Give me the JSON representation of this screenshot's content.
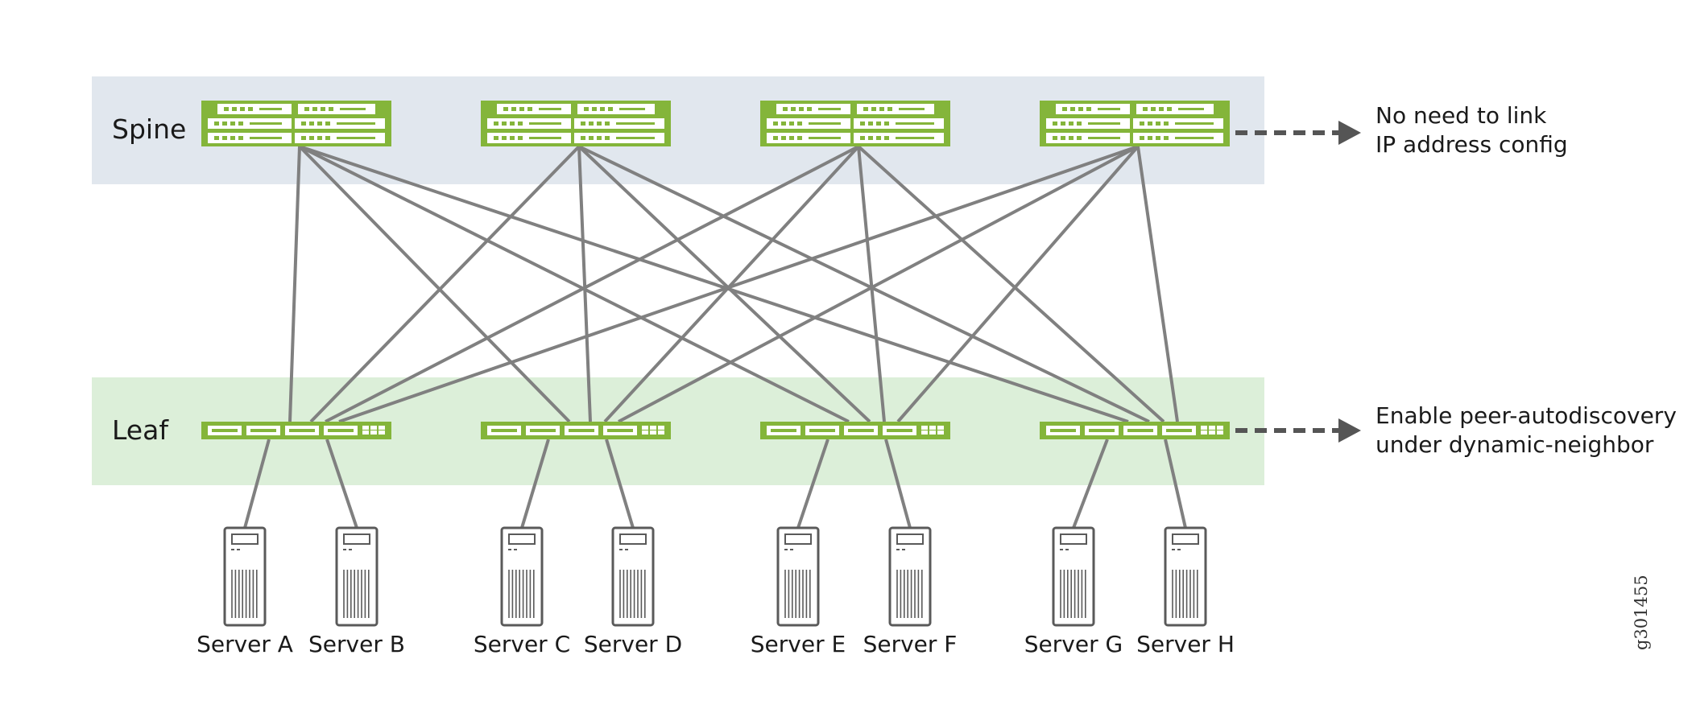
{
  "bands": {
    "spine_label": "Spine",
    "leaf_label": "Leaf"
  },
  "spine_switches": [
    "spine-1",
    "spine-2",
    "spine-3",
    "spine-4"
  ],
  "leaf_switches": [
    "leaf-1",
    "leaf-2",
    "leaf-3",
    "leaf-4"
  ],
  "links": [
    [
      0,
      0
    ],
    [
      0,
      1
    ],
    [
      0,
      2
    ],
    [
      0,
      3
    ],
    [
      1,
      0
    ],
    [
      1,
      1
    ],
    [
      1,
      2
    ],
    [
      1,
      3
    ],
    [
      2,
      0
    ],
    [
      2,
      1
    ],
    [
      2,
      2
    ],
    [
      2,
      3
    ],
    [
      3,
      0
    ],
    [
      3,
      1
    ],
    [
      3,
      2
    ],
    [
      3,
      3
    ]
  ],
  "servers": [
    {
      "label": "Server A",
      "leaf": 0
    },
    {
      "label": "Server B",
      "leaf": 0
    },
    {
      "label": "Server C",
      "leaf": 1
    },
    {
      "label": "Server D",
      "leaf": 1
    },
    {
      "label": "Server E",
      "leaf": 2
    },
    {
      "label": "Server F",
      "leaf": 2
    },
    {
      "label": "Server G",
      "leaf": 3
    },
    {
      "label": "Server H",
      "leaf": 3
    }
  ],
  "notes": {
    "spine_line1": "No need to link",
    "spine_line2": "IP address config",
    "leaf_line1": "Enable peer-autodiscovery",
    "leaf_line2": "under dynamic-neighbor"
  },
  "figure_id": "g301455",
  "colors": {
    "spine_band": "#e1e7ee",
    "leaf_band": "#dcefd9",
    "switch_green": "#84b53a",
    "link_gray": "#808080",
    "server_stroke": "#5a5a5a",
    "arrow_gray": "#555555"
  }
}
